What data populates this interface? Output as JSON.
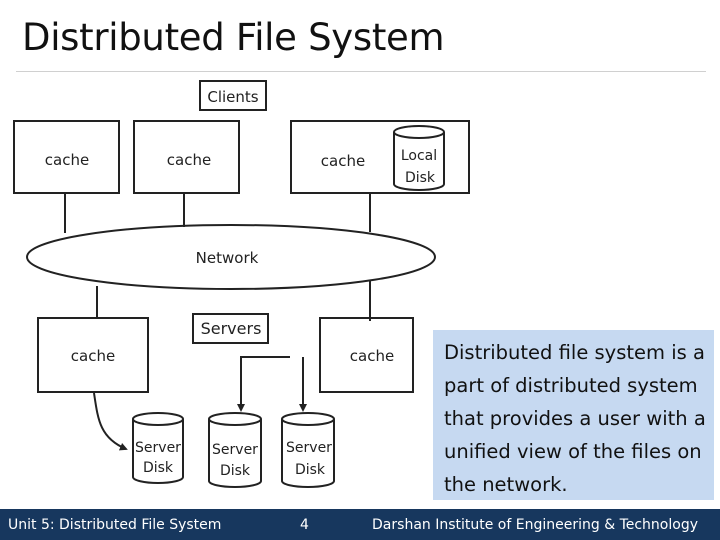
{
  "title": "Distributed File System",
  "diagram": {
    "clients_label": "Clients",
    "servers_label": "Servers",
    "network_label": "Network",
    "client_caches": [
      "cache",
      "cache",
      "cache"
    ],
    "local_disk": [
      "Local",
      "Disk"
    ],
    "server_caches": [
      "cache",
      "cache"
    ],
    "server_disks": [
      [
        "Server",
        "Disk"
      ],
      [
        "Server",
        "Disk"
      ],
      [
        "Server",
        "Disk"
      ]
    ]
  },
  "description": "Distributed file system is a part of distributed system that provides a user with a unified view of the files on the network.",
  "footer": {
    "course": "Unit 5: Distributed File System",
    "page": "4",
    "institute": "Darshan Institute of Engineering & Technology"
  },
  "colors": {
    "footer_bg": "#17375e",
    "description_bg": "#c6d9f1"
  }
}
